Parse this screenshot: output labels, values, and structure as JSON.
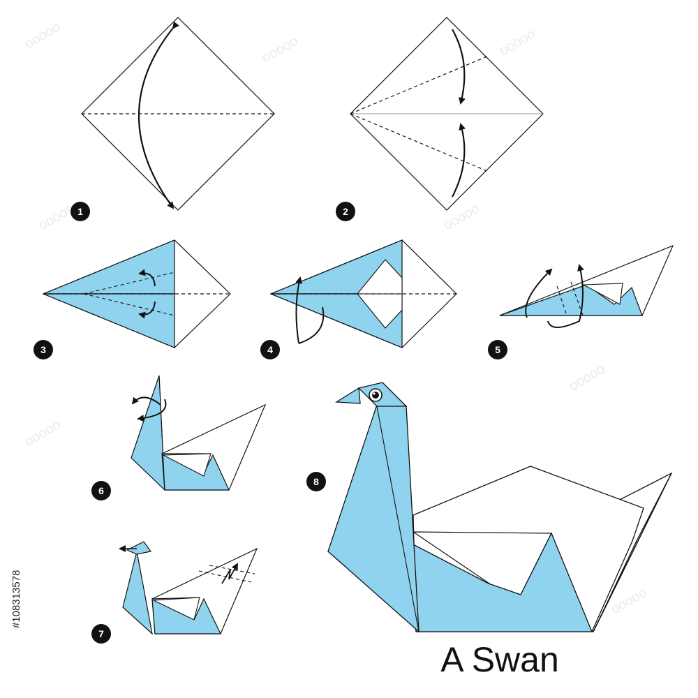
{
  "colors": {
    "paper_blue": "#8fd3ee",
    "paper_white": "#ffffff",
    "line": "#111111",
    "badge": "#111111",
    "watermark": "#e9e9e9"
  },
  "steps": [
    {
      "number": "1"
    },
    {
      "number": "2"
    },
    {
      "number": "3"
    },
    {
      "number": "4"
    },
    {
      "number": "5"
    },
    {
      "number": "6"
    },
    {
      "number": "7"
    },
    {
      "number": "8"
    }
  ],
  "title": "A Swan",
  "stock_id": "#108313578",
  "icons": [
    "fold-arrow-icon",
    "mountain-fold-arrow-icon",
    "eye-icon"
  ]
}
